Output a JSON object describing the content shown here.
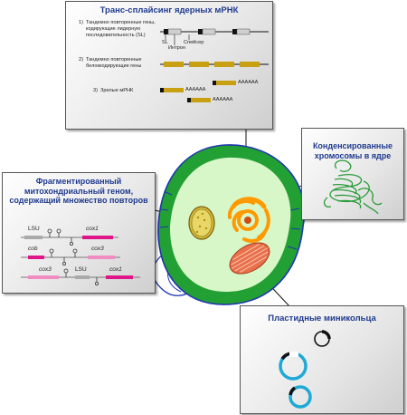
{
  "top_box": {
    "title": "Транс-сплайсинг ядерных мРНК",
    "step1_num": "1)",
    "step1_text": "Тандемно повторенные гены, кодирующие лидерную последовательность (SL)",
    "label_sl": "SL",
    "label_intron": "Интрон",
    "label_spacer": "Спейсер",
    "step2_num": "2)",
    "step2_text": "Тандемно повторенные белоккодирующие гены",
    "step3_num": "3)",
    "step3_text": "Зрелые мРНК",
    "polya_1": "AAAAAA",
    "polya_2": "AAAAAA",
    "polya_3": "AAAAAA"
  },
  "right_box": {
    "title": "Конденсированные хромосомы в ядре"
  },
  "left_box": {
    "title": "Фрагментированный митохондриальный геном, содержащий множество повторов",
    "lsu_1": "LSU",
    "cox1_1": "cox1",
    "cob": "cob",
    "cox3_1": "cox3",
    "cox3_2": "cox3",
    "lsu_2": "LSU",
    "cox1_2": "cox1"
  },
  "bottom_box": {
    "title": "Пластидные миниколь­ца"
  },
  "colors": {
    "title_blue": "#1f3a8f",
    "cell_green": "#22a033",
    "cytoplasm": "#d8f7c8",
    "gene_gold": "#c9a012",
    "magenta": "#e0158a",
    "cyan": "#1ea9d6",
    "nucleus_orange": "#ff9900",
    "plastid_red": "#e8704a"
  }
}
